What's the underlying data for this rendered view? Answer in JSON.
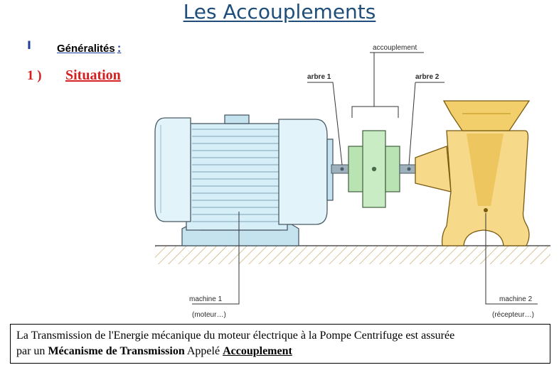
{
  "title": "Les Accouplements",
  "section": {
    "marker": "I",
    "label": "Généralités",
    "colon": ":"
  },
  "subsection": {
    "number": "1 )",
    "label": "Situation"
  },
  "diagram": {
    "labels": {
      "coupling": "accouplement",
      "shaft1": "arbre 1",
      "shaft2": "arbre 2",
      "machine1_line1": "machine 1",
      "machine1_line2": "(moteur…)",
      "machine2_line1": "machine 2",
      "machine2_line2": "(récepteur…)"
    },
    "colors": {
      "motor_fill": "#d6eef7",
      "motor_dark": "#a9d4e6",
      "coupling_fill": "#c9ecc4",
      "pump_fill": "#f7d98a",
      "pump_dark": "#e9bd4f",
      "shaft_fill": "#9fb0bd",
      "ground_hatch": "#c9b27a"
    }
  },
  "caption": {
    "line1": "La Transmission de l'Energie mécanique du moteur électrique à la Pompe Centrifuge est assurée",
    "line2_prefix": "par un ",
    "line2_bold": "Mécanisme de Transmission",
    "line2_mid": " Appelé ",
    "line2_bold_underline": "Accouplement"
  }
}
